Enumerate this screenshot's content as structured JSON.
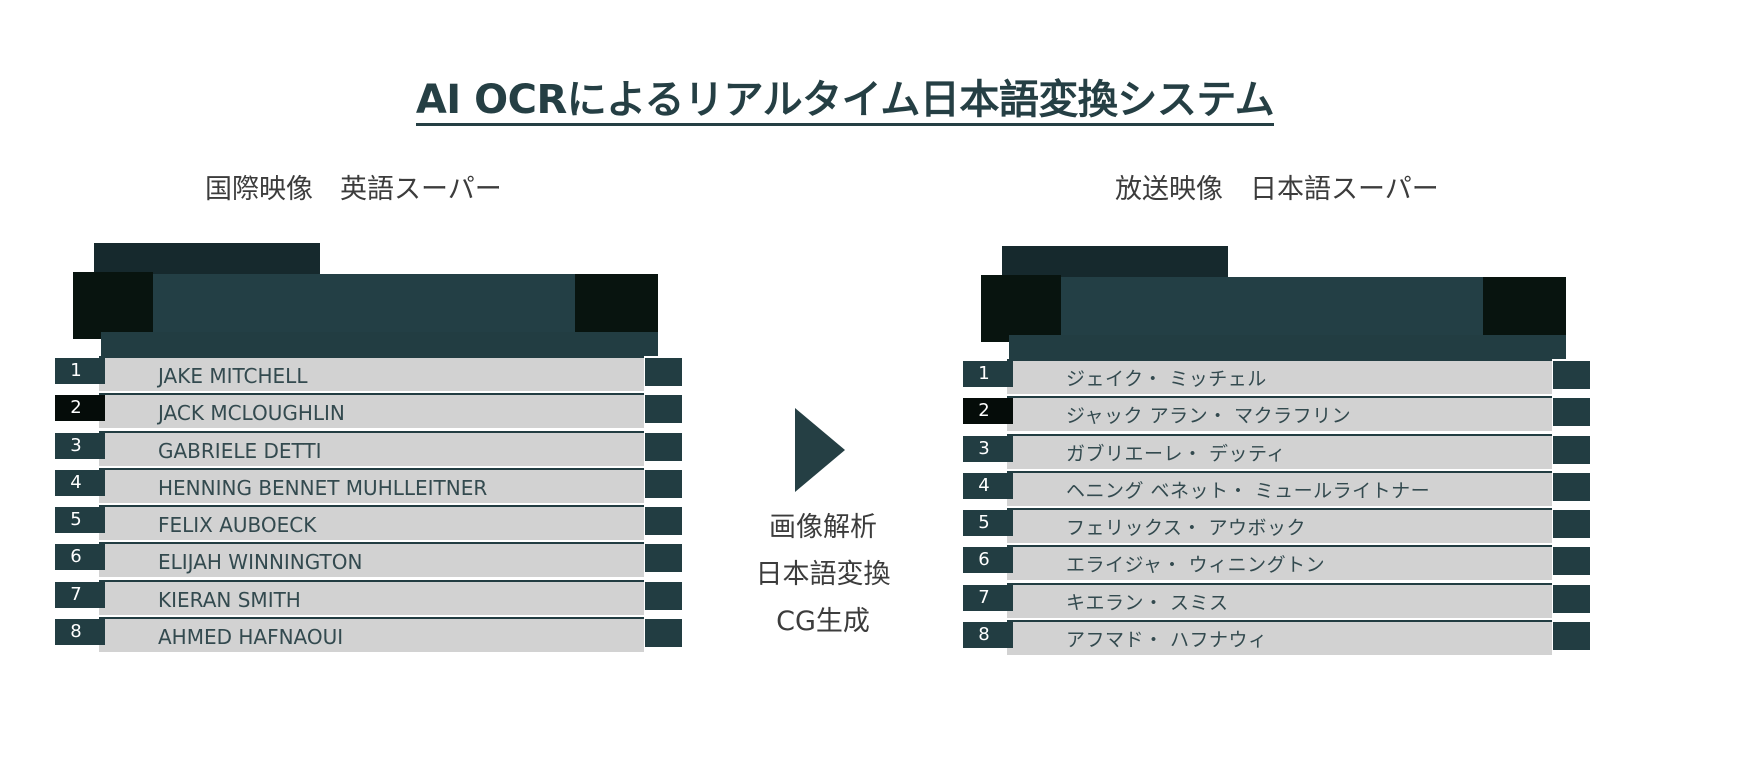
{
  "title": "AI OCRによるリアルタイム日本語変換システム",
  "left_panel": {
    "label": "国際映像　英語スーパー",
    "rows": [
      {
        "num": "1",
        "name": "JAKE MITCHELL"
      },
      {
        "num": "2",
        "name": "JACK MCLOUGHLIN"
      },
      {
        "num": "3",
        "name": "GABRIELE DETTI"
      },
      {
        "num": "4",
        "name": "HENNING BENNET MUHLLEITNER"
      },
      {
        "num": "5",
        "name": "FELIX AUBOECK"
      },
      {
        "num": "6",
        "name": "ELIJAH WINNINGTON"
      },
      {
        "num": "7",
        "name": "KIERAN SMITH"
      },
      {
        "num": "8",
        "name": "AHMED HAFNAOUI"
      }
    ]
  },
  "right_panel": {
    "label": "放送映像　日本語スーパー",
    "rows": [
      {
        "num": "1",
        "name": "ジェイク・ ミッチェル"
      },
      {
        "num": "2",
        "name": "ジャック アラン・ マクラフリン"
      },
      {
        "num": "3",
        "name": "ガブリエーレ・ デッティ"
      },
      {
        "num": "4",
        "name": "ヘニング ベネット・ ミュールライトナー"
      },
      {
        "num": "5",
        "name": "フェリックス・ アウボック"
      },
      {
        "num": "6",
        "name": "エライジャ・ ウィニングトン"
      },
      {
        "num": "7",
        "name": "キエラン・ スミス"
      },
      {
        "num": "8",
        "name": "アフマド・ ハフナウィ"
      }
    ]
  },
  "process_steps": [
    "画像解析",
    "日本語変換",
    "CG生成"
  ],
  "colors": {
    "primary": "#253f44",
    "dark": "#08140f",
    "row_bg": "#d2d2d2"
  }
}
